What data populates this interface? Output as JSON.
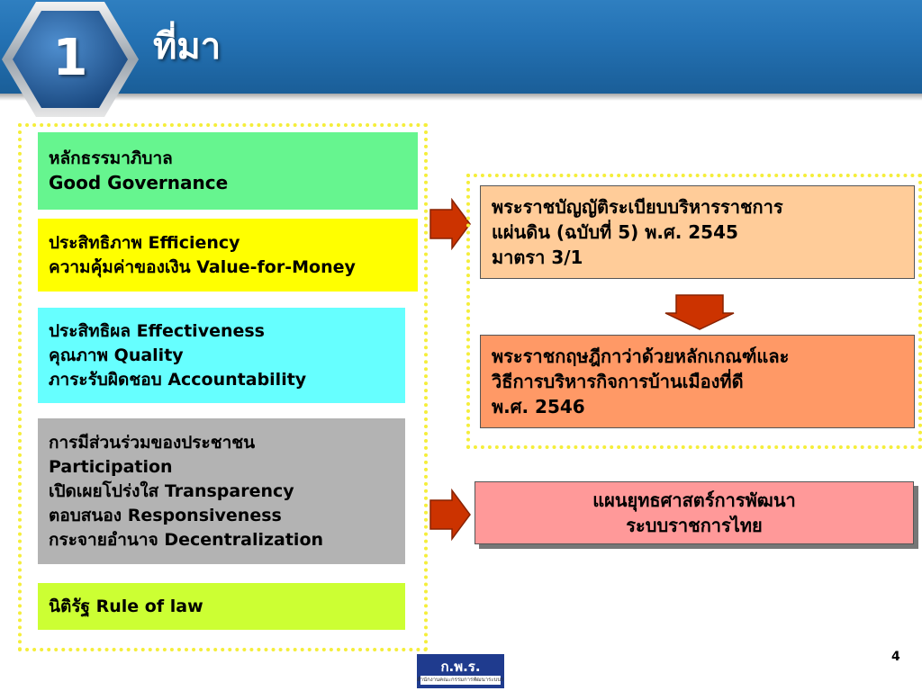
{
  "header": {
    "number": "1",
    "title": "ที่มา"
  },
  "principles": [
    {
      "lines": [
        "หลักธรรมาภิบาล",
        "Good Governance"
      ]
    },
    {
      "lines": [
        "ประสิทธิภาพ Efficiency",
        "ความคุ้มค่าของเงิน Value-for-Money"
      ]
    },
    {
      "lines": [
        "ประสิทธิผล Effectiveness",
        "คุณภาพ Quality",
        "ภาระรับผิดชอบ  Accountability"
      ]
    },
    {
      "lines": [
        "การมีส่วนร่วมของประชาชน",
        "Participation",
        "เปิดเผยโปร่งใส Transparency",
        "ตอบสนอง Responsiveness",
        "กระจายอำนาจ Decentralization"
      ]
    },
    {
      "lines": [
        "นิติรัฐ Rule of law"
      ]
    }
  ],
  "law1": {
    "lines": [
      "พระราชบัญญัติระเบียบบริหารราชการ",
      "แผ่นดิน (ฉบับที่ 5) พ.ศ. 2545",
      "มาตรา 3/1"
    ]
  },
  "law2": {
    "lines": [
      "พระราชกฤษฎีกาว่าด้วยหลักเกณฑ์และ",
      "วิธีการบริหารกิจการบ้านเมืองที่ดี",
      "พ.ศ. 2546"
    ]
  },
  "plan": {
    "lines": [
      "แผนยุทธศาสตร์การพัฒนา",
      "ระบบราชการไทย"
    ]
  },
  "footer": {
    "page": "4",
    "logo_text": "ก.พ.ร.",
    "logo_sub": "สำนักงานคณะกรรมการพัฒนาระบบราชการ"
  },
  "colors": {
    "header": "#2472b4",
    "arrow": "#cc3300",
    "dotted_frame": "#f5ee3a"
  }
}
